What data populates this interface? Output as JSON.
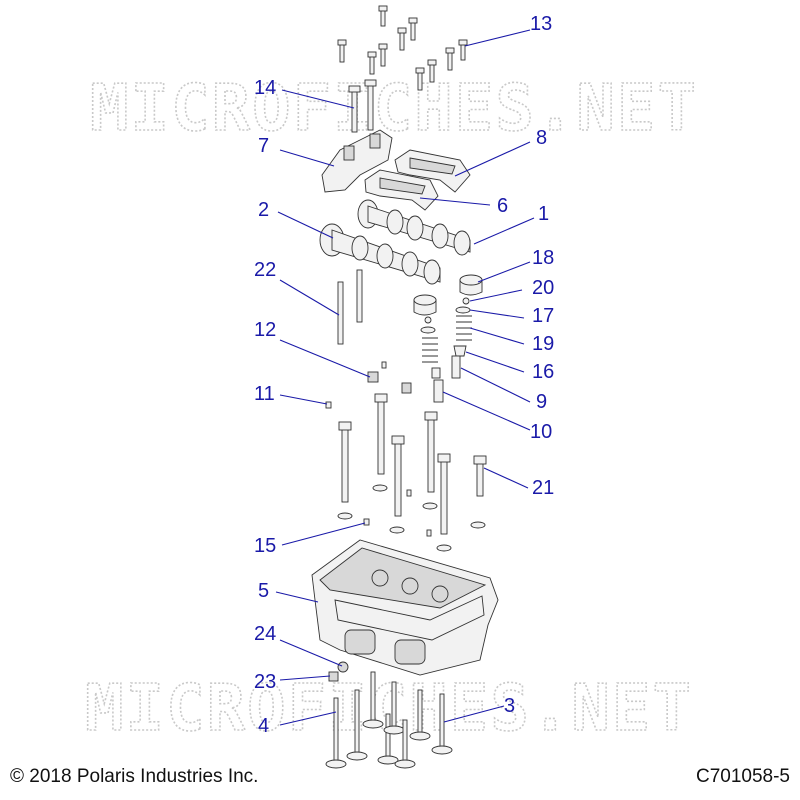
{
  "watermark": "MICROFICHES.NET",
  "copyright": "© 2018 Polaris Industries Inc.",
  "diagram_id": "C701058-5",
  "callouts": {
    "c13": "13",
    "c14": "14",
    "c7": "7",
    "c8": "8",
    "c6": "6",
    "c2": "2",
    "c1": "1",
    "c18": "18",
    "c20": "20",
    "c22": "22",
    "c17": "17",
    "c12": "12",
    "c19": "19",
    "c16": "16",
    "c11": "11",
    "c9": "9",
    "c10": "10",
    "c21": "21",
    "c15": "15",
    "c5": "5",
    "c24": "24",
    "c23": "23",
    "c4": "4",
    "c3": "3"
  },
  "colors": {
    "callout": "#1a1aa8",
    "watermark": "#c9c9c9",
    "line": "#333333"
  }
}
